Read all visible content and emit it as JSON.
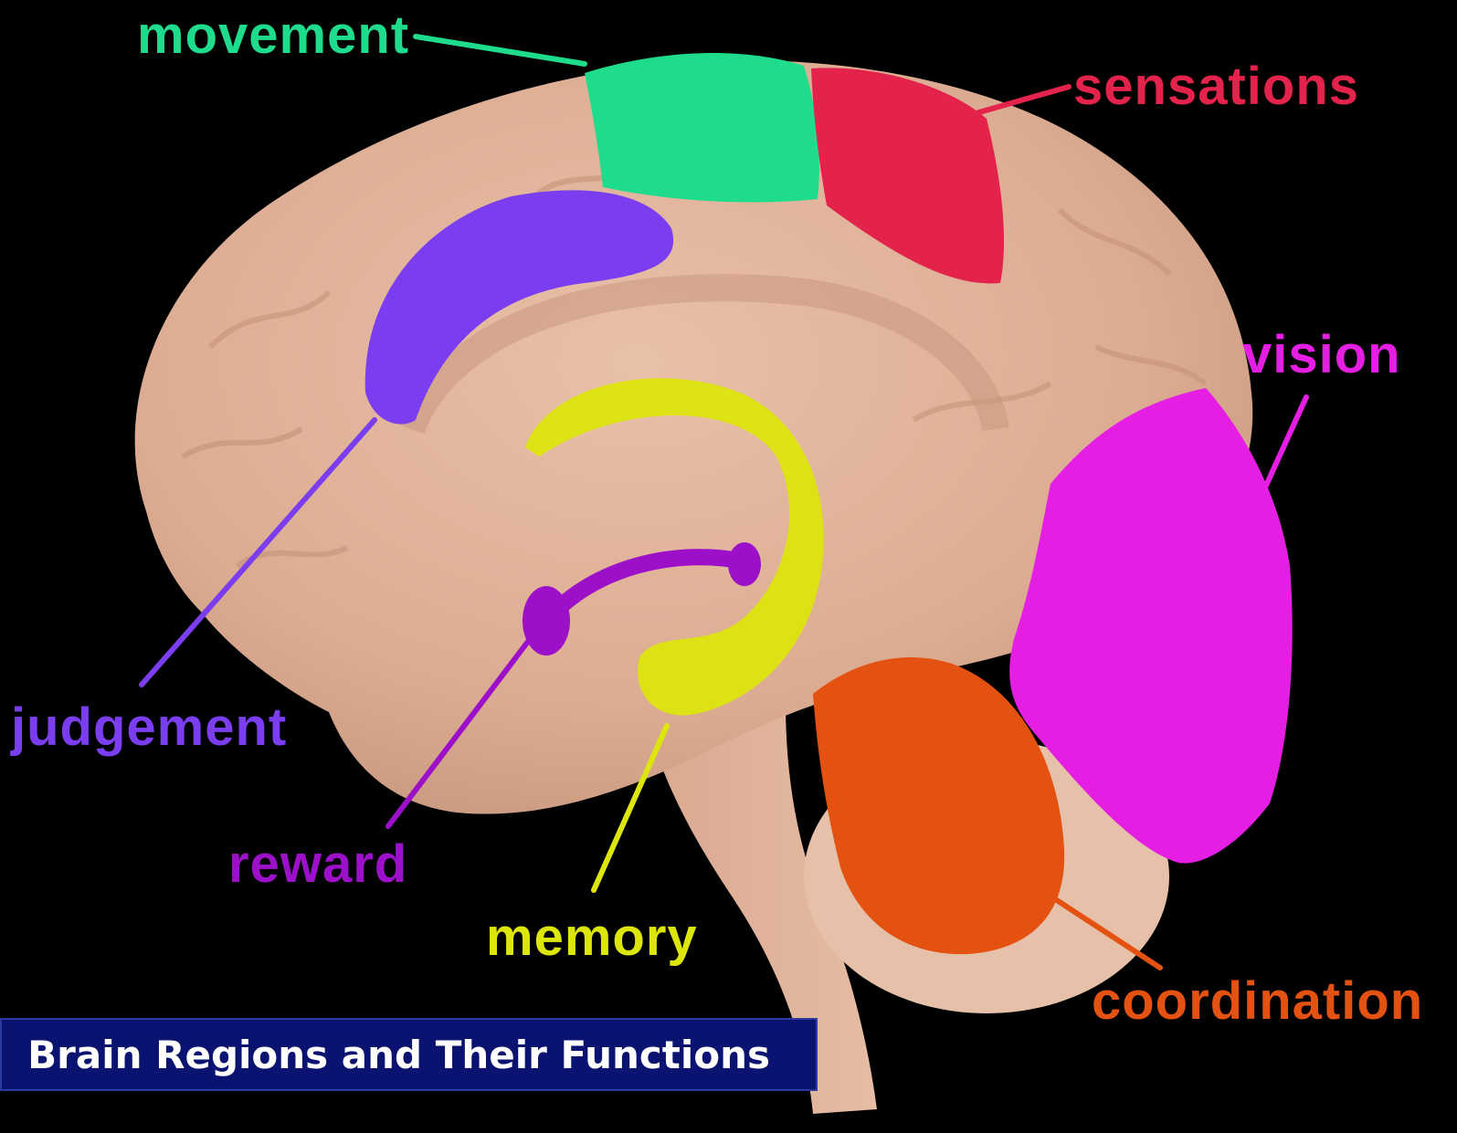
{
  "caption": "Brain Regions and Their Functions",
  "regions": [
    {
      "key": "movement",
      "label": "movement",
      "color": "#1fdc8c"
    },
    {
      "key": "sensations",
      "label": "sensations",
      "color": "#e3234c"
    },
    {
      "key": "vision",
      "label": "vision",
      "color": "#e51ee3"
    },
    {
      "key": "judgement",
      "label": "judgement",
      "color": "#7a3ef0"
    },
    {
      "key": "reward",
      "label": "reward",
      "color": "#9b10c8"
    },
    {
      "key": "memory",
      "label": "memory",
      "color": "#dde60a"
    },
    {
      "key": "coordination",
      "label": "coordination",
      "color": "#e35210"
    }
  ],
  "brain_color": "#e0b39b"
}
